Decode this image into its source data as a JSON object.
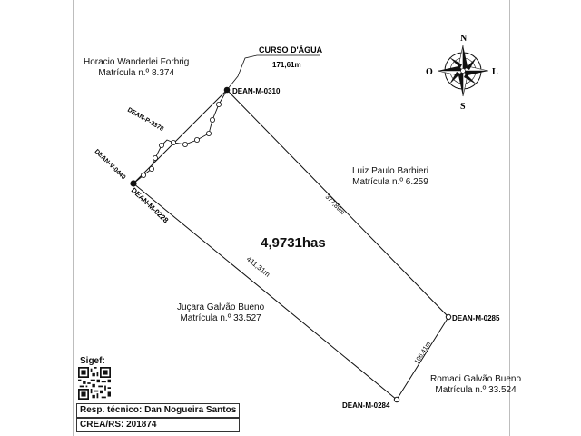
{
  "map": {
    "water_course_label": "CURSO D'ÁGUA",
    "water_course_length": "171,61m",
    "area_label": "4,9731has",
    "compass": {
      "north": "N",
      "south": "S",
      "east": "L",
      "west": "O"
    }
  },
  "vertices": [
    {
      "id": "DEAN-M-0310",
      "label": "DEAN-M-0310"
    },
    {
      "id": "DEAN-M-0285",
      "label": "DEAN-M-0285"
    },
    {
      "id": "DEAN-M-0284",
      "label": "DEAN-M-0284"
    },
    {
      "id": "DEAN-M-0228",
      "label": "DEAN-M-0228"
    },
    {
      "id": "DEAN-V-0440",
      "label": "DEAN-V-0440"
    },
    {
      "id": "DEAN-P-2378",
      "label": "DEAN-P-2378"
    }
  ],
  "segments": [
    {
      "from": "DEAN-M-0310",
      "to": "DEAN-M-0285",
      "length": "377,89m"
    },
    {
      "from": "DEAN-M-0285",
      "to": "DEAN-M-0284",
      "length": "106,41m"
    },
    {
      "from": "DEAN-M-0284",
      "to": "DEAN-M-0228",
      "length": "411,31m"
    }
  ],
  "neighbors": [
    {
      "name": "Horacio Wanderlei Forbrig",
      "registry": "Matrícula n.º 8.374"
    },
    {
      "name": "Luiz Paulo Barbieri",
      "registry": "Matrícula n.º 6.259"
    },
    {
      "name": "Juçara Galvão Bueno",
      "registry": "Matrícula n.º 33.527"
    },
    {
      "name": "Romaci Galvão Bueno",
      "registry": "Matrícula n.º 33.524"
    }
  ],
  "footer": {
    "sigef_label": "Sigef:",
    "tech_lead": "Resp. técnico: Dan Nogueira Santos",
    "crea": "CREA/RS: 201874"
  }
}
